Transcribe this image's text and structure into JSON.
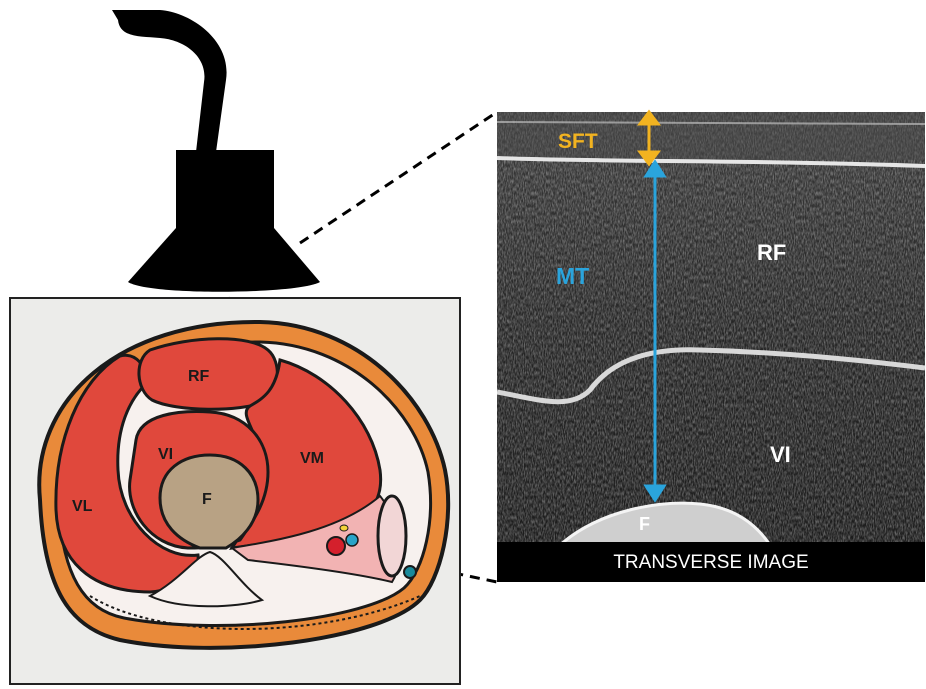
{
  "diagram": {
    "cross_section": {
      "labels": {
        "rf": "RF",
        "vi": "VI",
        "vm": "VM",
        "vl": "VL",
        "f": "F"
      }
    },
    "ultrasound": {
      "labels": {
        "sft": "SFT",
        "mt": "MT",
        "rf": "RF",
        "vi": "VI",
        "f": "F"
      },
      "caption": "TRANSVERSE IMAGE"
    },
    "colors": {
      "probe": "#000000",
      "muscle": "#e0483c",
      "skin_ring": "#e98a3a",
      "bone": "#b8a284",
      "fascia_pink": "#f2b3b3",
      "sft_arrow": "#f2b320",
      "mt_arrow": "#2aa4dc",
      "ultrasound_bg": "#2a2a2a",
      "caption_bg": "#000000"
    }
  }
}
